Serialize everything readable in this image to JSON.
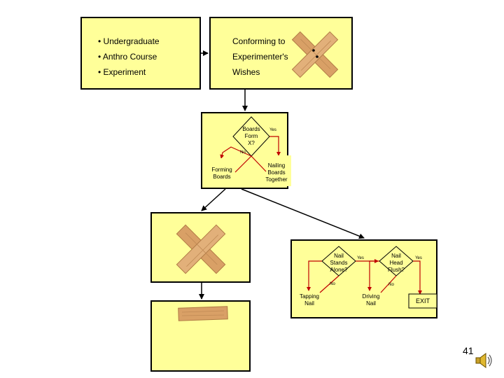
{
  "top_left_box": {
    "bullets": [
      "• Undergraduate",
      "• Anthro Course",
      "• Experiment"
    ]
  },
  "top_right_box": {
    "lines": [
      "Conforming to",
      "Experimenter's",
      "Wishes"
    ]
  },
  "middle_flowchart": {
    "decision": [
      "Boards",
      "Form",
      "X?"
    ],
    "yes_label": "Yes",
    "no_label": "No",
    "no_action": [
      "Forming",
      "Boards"
    ],
    "yes_action": [
      "Nailing",
      "Boards",
      "Together"
    ]
  },
  "bottom_right_flowchart": {
    "decision1": [
      "Nail",
      "Stands",
      "Alone?"
    ],
    "decision1_yes": "Yes",
    "decision1_no": "No",
    "no_action1": [
      "Tapping",
      "Nail"
    ],
    "decision2": [
      "Nail",
      "Head",
      "Flush?"
    ],
    "decision2_yes": "Yes",
    "decision2_no": "No",
    "no_action2": [
      "Driving",
      "Nail"
    ],
    "exit_label": "EXIT"
  },
  "icons": {
    "crossed_boards": "crossed-boards-icon",
    "single_board": "wood-board-icon",
    "sound": "speaker-icon"
  },
  "colors": {
    "box_fill": "#ffff99",
    "wood": "#d9a066",
    "wood_dark": "#b07a45",
    "decision_fill": "#ffff99"
  },
  "slide_number": "41"
}
